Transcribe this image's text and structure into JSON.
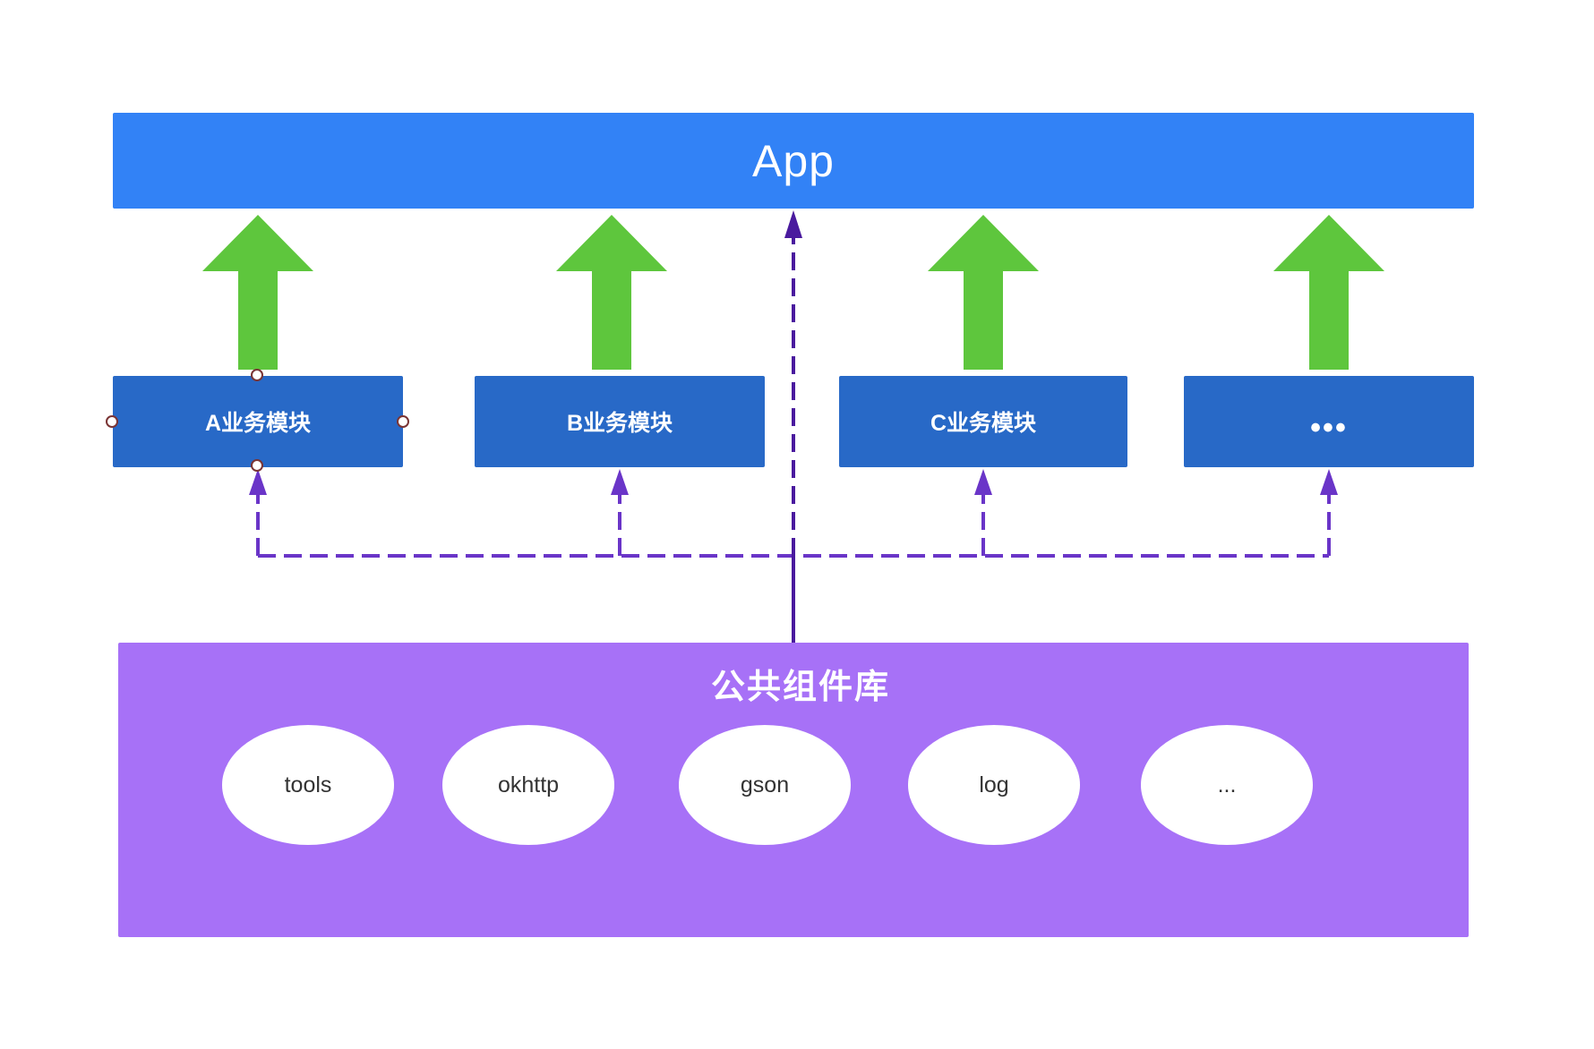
{
  "diagram": {
    "app": {
      "label": "App",
      "color": "#3282f6"
    },
    "modules": [
      {
        "label": "A业务模块"
      },
      {
        "label": "B业务模块"
      },
      {
        "label": "C业务模块"
      },
      {
        "label": "•••"
      }
    ],
    "module_color": "#2869c7",
    "library": {
      "title": "公共组件库",
      "color": "#a771f7",
      "items": [
        {
          "label": "tools"
        },
        {
          "label": "okhttp"
        },
        {
          "label": "gson"
        },
        {
          "label": "log"
        },
        {
          "label": "..."
        }
      ]
    },
    "arrows": {
      "module_to_app_color": "#5ec63d",
      "library_to_modules_color": "#6a35c8",
      "library_to_app_color": "#4a1a9e",
      "library_to_modules_style": "dashed",
      "library_to_app_style": "dashed"
    },
    "selected_module": "A业务模块"
  }
}
